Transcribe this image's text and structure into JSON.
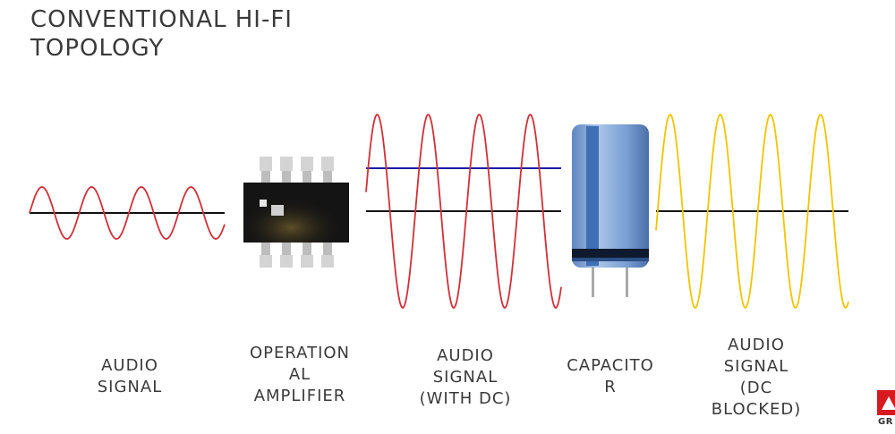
{
  "title": {
    "line1": "CONVENTIONAL HI-FI",
    "line2": "TOPOLOGY"
  },
  "labels": {
    "audio_signal": [
      "AUDIO",
      "SIGNAL"
    ],
    "op_amp": [
      "OPERATION",
      "AL",
      "AMPLIFIER"
    ],
    "audio_dc": [
      "AUDIO",
      "SIGNAL",
      "(WITH DC)"
    ],
    "capacitor": [
      "CAPACITO",
      "R"
    ],
    "audio_blocked": [
      "AUDIO",
      "SIGNAL",
      "(DC",
      "BLOCKED)"
    ]
  },
  "logo": {
    "text": "GR"
  },
  "colors": {
    "signal": "#d0303a",
    "blocked_signal": "#f2c400",
    "dc_level": "#1a1aa8",
    "axis": "#111111",
    "chip": "#141414",
    "pin": "#d4d4d4",
    "capacitor_body": "#7ba3d6",
    "capacitor_stripe": "#3f6fb5"
  },
  "icons": [
    "op-amp-chip-icon",
    "electrolytic-capacitor-icon"
  ]
}
